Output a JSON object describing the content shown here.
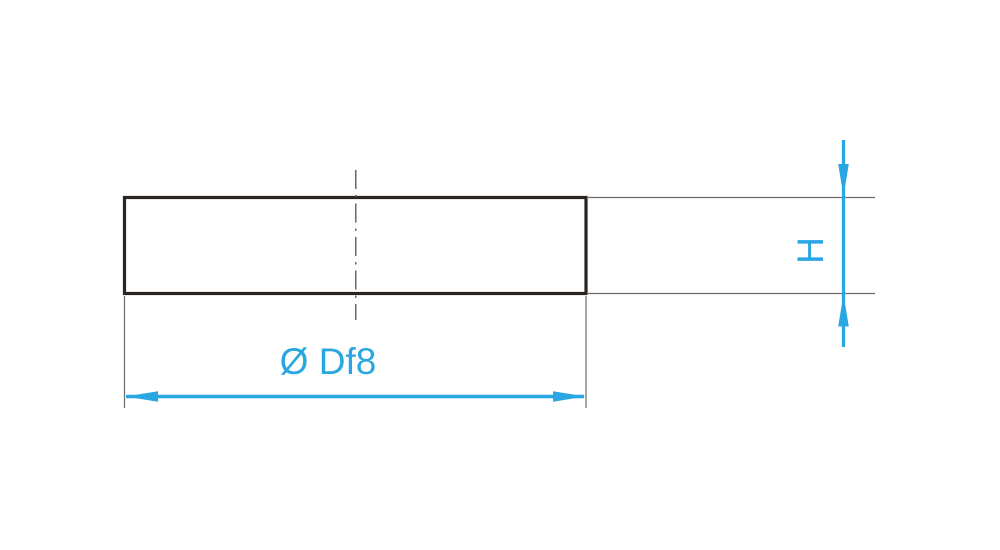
{
  "drawing": {
    "type_note": "technical-dimension-drawing",
    "background": "#FFFFFF",
    "colors": {
      "accent": "#29A7E2",
      "outline": "#2B2522",
      "extension_line": "#6D6A68",
      "centerline": "#57514D"
    },
    "labels": {
      "diameter": "Ø Df8",
      "height": "H"
    }
  }
}
